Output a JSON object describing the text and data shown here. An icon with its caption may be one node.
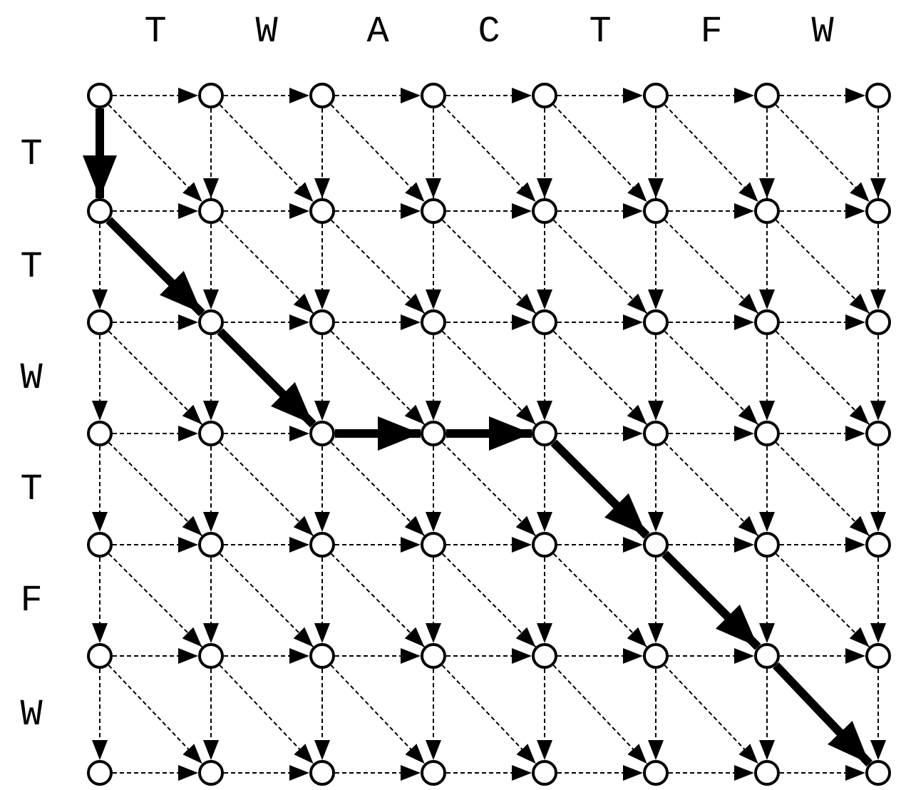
{
  "diagram": {
    "nodes": [
      {
        "text": [],
        "shape": "circle"
      },
      {
        "text": [],
        "shape": "circle"
      },
      {
        "text": [],
        "shape": "circle"
      },
      {
        "text": [],
        "shape": "circle"
      },
      {
        "text": [],
        "shape": "circle"
      },
      {
        "text": [],
        "shape": "circle"
      },
      {
        "text": [],
        "shape": "circle"
      },
      {
        "text": [],
        "shape": "circle"
      },
      {
        "text": [],
        "shape": "circle"
      },
      {
        "text": [],
        "shape": "circle"
      },
      {
        "text": [],
        "shape": "circle"
      },
      {
        "text": [],
        "shape": "circle"
      },
      {
        "text": [],
        "shape": "circle"
      },
      {
        "text": [],
        "shape": "circle"
      },
      {
        "text": [],
        "shape": "circle"
      },
      {
        "text": [],
        "shape": "circle"
      },
      {
        "text": [],
        "shape": "circle"
      },
      {
        "text": [],
        "shape": "circle"
      },
      {
        "text": [],
        "shape": "circle"
      },
      {
        "text": [],
        "shape": "circle"
      },
      {
        "text": [],
        "shape": "circle"
      },
      {
        "text": [],
        "shape": "circle"
      },
      {
        "text": [],
        "shape": "circle"
      },
      {
        "text": [],
        "shape": "circle"
      },
      {
        "text": [],
        "shape": "circle"
      },
      {
        "text": [],
        "shape": "circle"
      },
      {
        "text": [],
        "shape": "circle"
      },
      {
        "text": [],
        "shape": "circle"
      },
      {
        "text": [],
        "shape": "circle"
      },
      {
        "text": [],
        "shape": "circle"
      },
      {
        "text": [],
        "shape": "circle"
      },
      {
        "text": [],
        "shape": "circle"
      },
      {
        "text": [],
        "shape": "circle"
      },
      {
        "text": [],
        "shape": "circle"
      },
      {
        "text": [],
        "shape": "circle"
      },
      {
        "text": [],
        "shape": "circle"
      },
      {
        "text": [],
        "shape": "circle"
      },
      {
        "text": [],
        "shape": "circle"
      },
      {
        "text": [],
        "shape": "circle"
      },
      {
        "text": [],
        "shape": "circle"
      },
      {
        "text": [],
        "shape": "circle"
      },
      {
        "text": [],
        "shape": "circle"
      },
      {
        "text": [],
        "shape": "circle"
      },
      {
        "text": [],
        "shape": "circle"
      },
      {
        "text": [],
        "shape": "circle"
      },
      {
        "text": [],
        "shape": "circle"
      },
      {
        "text": [],
        "shape": "circle"
      },
      {
        "text": [],
        "shape": "circle"
      },
      {
        "text": [],
        "shape": "circle"
      },
      {
        "text": [],
        "shape": "circle"
      },
      {
        "text": [],
        "shape": "circle"
      },
      {
        "text": [],
        "shape": "circle"
      },
      {
        "text": [],
        "shape": "circle"
      },
      {
        "text": [],
        "shape": "circle"
      },
      {
        "text": [],
        "shape": "circle"
      },
      {
        "text": [],
        "shape": "circle"
      }
    ],
    "edges": [
      {
        "from": 0,
        "to": 1,
        "arrow": "to",
        "style": "dashed"
      },
      {
        "from": 0,
        "to": 9,
        "arrow": "to",
        "style": "dashed"
      },
      {
        "from": 0,
        "to": 8,
        "arrow": "to",
        "style": "thick"
      },
      {
        "from": 1,
        "to": 2,
        "arrow": "to",
        "style": "dashed"
      },
      {
        "from": 1,
        "to": 10,
        "arrow": "to",
        "style": "dashed"
      },
      {
        "from": 1,
        "to": 9,
        "arrow": "to",
        "style": "dashed"
      },
      {
        "from": 2,
        "to": 3,
        "arrow": "to",
        "style": "dashed"
      },
      {
        "from": 2,
        "to": 11,
        "arrow": "to",
        "style": "dashed"
      },
      {
        "from": 2,
        "to": 10,
        "arrow": "to",
        "style": "dashed"
      },
      {
        "from": 3,
        "to": 4,
        "arrow": "to",
        "style": "dashed"
      },
      {
        "from": 3,
        "to": 12,
        "arrow": "to",
        "style": "dashed"
      },
      {
        "from": 3,
        "to": 11,
        "arrow": "to",
        "style": "dashed"
      },
      {
        "from": 4,
        "to": 5,
        "arrow": "to",
        "style": "dashed"
      },
      {
        "from": 4,
        "to": 13,
        "arrow": "to",
        "style": "dashed"
      },
      {
        "from": 4,
        "to": 12,
        "arrow": "to",
        "style": "dashed"
      },
      {
        "from": 5,
        "to": 6,
        "arrow": "to",
        "style": "dashed"
      },
      {
        "from": 5,
        "to": 14,
        "arrow": "to",
        "style": "dashed"
      },
      {
        "from": 5,
        "to": 13,
        "arrow": "to",
        "style": "dashed"
      },
      {
        "from": 6,
        "to": 7,
        "arrow": "to",
        "style": "dashed"
      },
      {
        "from": 6,
        "to": 15,
        "arrow": "to",
        "style": "dashed"
      },
      {
        "from": 6,
        "to": 14,
        "arrow": "to",
        "style": "dashed"
      },
      {
        "from": 7,
        "to": 15,
        "arrow": "to",
        "style": "dashed"
      },
      {
        "from": 8,
        "to": 9,
        "arrow": "to",
        "style": "dashed"
      },
      {
        "from": 8,
        "to": 17,
        "arrow": "to",
        "style": "thick"
      },
      {
        "from": 8,
        "to": 16,
        "arrow": "to",
        "style": "dashed"
      },
      {
        "from": 9,
        "to": 10,
        "arrow": "to",
        "style": "dashed"
      },
      {
        "from": 9,
        "to": 18,
        "arrow": "to",
        "style": "dashed"
      },
      {
        "from": 9,
        "to": 17,
        "arrow": "to",
        "style": "dashed"
      },
      {
        "from": 10,
        "to": 11,
        "arrow": "to",
        "style": "dashed"
      },
      {
        "from": 10,
        "to": 19,
        "arrow": "to",
        "style": "dashed"
      },
      {
        "from": 10,
        "to": 18,
        "arrow": "to",
        "style": "dashed"
      },
      {
        "from": 11,
        "to": 12,
        "arrow": "to",
        "style": "dashed"
      },
      {
        "from": 11,
        "to": 20,
        "arrow": "to",
        "style": "dashed"
      },
      {
        "from": 11,
        "to": 19,
        "arrow": "to",
        "style": "dashed"
      },
      {
        "from": 12,
        "to": 13,
        "arrow": "to",
        "style": "dashed"
      },
      {
        "from": 12,
        "to": 21,
        "arrow": "to",
        "style": "dashed"
      },
      {
        "from": 12,
        "to": 20,
        "arrow": "to",
        "style": "dashed"
      },
      {
        "from": 13,
        "to": 14,
        "arrow": "to",
        "style": "dashed"
      },
      {
        "from": 13,
        "to": 22,
        "arrow": "to",
        "style": "dashed"
      },
      {
        "from": 13,
        "to": 21,
        "arrow": "to",
        "style": "dashed"
      },
      {
        "from": 14,
        "to": 15,
        "arrow": "to",
        "style": "dashed"
      },
      {
        "from": 14,
        "to": 23,
        "arrow": "to",
        "style": "dashed"
      },
      {
        "from": 14,
        "to": 22,
        "arrow": "to",
        "style": "dashed"
      },
      {
        "from": 15,
        "to": 23,
        "arrow": "to",
        "style": "dashed"
      },
      {
        "from": 16,
        "to": 17,
        "arrow": "to",
        "style": "dashed"
      },
      {
        "from": 16,
        "to": 25,
        "arrow": "to",
        "style": "dashed"
      },
      {
        "from": 16,
        "to": 24,
        "arrow": "to",
        "style": "dashed"
      },
      {
        "from": 17,
        "to": 18,
        "arrow": "to",
        "style": "dashed"
      },
      {
        "from": 17,
        "to": 26,
        "arrow": "to",
        "style": "thick"
      },
      {
        "from": 17,
        "to": 25,
        "arrow": "to",
        "style": "dashed"
      },
      {
        "from": 18,
        "to": 19,
        "arrow": "to",
        "style": "dashed"
      },
      {
        "from": 18,
        "to": 27,
        "arrow": "to",
        "style": "dashed"
      },
      {
        "from": 18,
        "to": 26,
        "arrow": "to",
        "style": "dashed"
      },
      {
        "from": 19,
        "to": 20,
        "arrow": "to",
        "style": "dashed"
      },
      {
        "from": 19,
        "to": 28,
        "arrow": "to",
        "style": "dashed"
      },
      {
        "from": 19,
        "to": 27,
        "arrow": "to",
        "style": "dashed"
      },
      {
        "from": 20,
        "to": 21,
        "arrow": "to",
        "style": "dashed"
      },
      {
        "from": 20,
        "to": 29,
        "arrow": "to",
        "style": "dashed"
      },
      {
        "from": 20,
        "to": 28,
        "arrow": "to",
        "style": "dashed"
      },
      {
        "from": 21,
        "to": 22,
        "arrow": "to",
        "style": "dashed"
      },
      {
        "from": 21,
        "to": 30,
        "arrow": "to",
        "style": "dashed"
      },
      {
        "from": 21,
        "to": 29,
        "arrow": "to",
        "style": "dashed"
      },
      {
        "from": 22,
        "to": 23,
        "arrow": "to",
        "style": "dashed"
      },
      {
        "from": 22,
        "to": 31,
        "arrow": "to",
        "style": "dashed"
      },
      {
        "from": 22,
        "to": 30,
        "arrow": "to",
        "style": "dashed"
      },
      {
        "from": 23,
        "to": 31,
        "arrow": "to",
        "style": "dashed"
      },
      {
        "from": 24,
        "to": 25,
        "arrow": "to",
        "style": "dashed"
      },
      {
        "from": 24,
        "to": 33,
        "arrow": "to",
        "style": "dashed"
      },
      {
        "from": 24,
        "to": 32,
        "arrow": "to",
        "style": "dashed"
      },
      {
        "from": 25,
        "to": 26,
        "arrow": "to",
        "style": "dashed"
      },
      {
        "from": 25,
        "to": 34,
        "arrow": "to",
        "style": "dashed"
      },
      {
        "from": 25,
        "to": 33,
        "arrow": "to",
        "style": "dashed"
      },
      {
        "from": 26,
        "to": 27,
        "arrow": "to",
        "style": "thick"
      },
      {
        "from": 26,
        "to": 35,
        "arrow": "to",
        "style": "dashed"
      },
      {
        "from": 26,
        "to": 34,
        "arrow": "to",
        "style": "dashed"
      },
      {
        "from": 27,
        "to": 28,
        "arrow": "to",
        "style": "thick"
      },
      {
        "from": 27,
        "to": 36,
        "arrow": "to",
        "style": "dashed"
      },
      {
        "from": 27,
        "to": 35,
        "arrow": "to",
        "style": "dashed"
      },
      {
        "from": 28,
        "to": 29,
        "arrow": "to",
        "style": "dashed"
      },
      {
        "from": 28,
        "to": 37,
        "arrow": "to",
        "style": "thick"
      },
      {
        "from": 28,
        "to": 36,
        "arrow": "to",
        "style": "dashed"
      },
      {
        "from": 29,
        "to": 30,
        "arrow": "to",
        "style": "dashed"
      },
      {
        "from": 29,
        "to": 38,
        "arrow": "to",
        "style": "dashed"
      },
      {
        "from": 29,
        "to": 37,
        "arrow": "to",
        "style": "dashed"
      },
      {
        "from": 30,
        "to": 31,
        "arrow": "to",
        "style": "dashed"
      },
      {
        "from": 30,
        "to": 39,
        "arrow": "to",
        "style": "dashed"
      },
      {
        "from": 30,
        "to": 38,
        "arrow": "to",
        "style": "dashed"
      },
      {
        "from": 31,
        "to": 39,
        "arrow": "to",
        "style": "dashed"
      },
      {
        "from": 32,
        "to": 33,
        "arrow": "to",
        "style": "dashed"
      },
      {
        "from": 32,
        "to": 41,
        "arrow": "to",
        "style": "dashed"
      },
      {
        "from": 32,
        "to": 40,
        "arrow": "to",
        "style": "dashed"
      },
      {
        "from": 33,
        "to": 34,
        "arrow": "to",
        "style": "dashed"
      },
      {
        "from": 33,
        "to": 42,
        "arrow": "to",
        "style": "dashed"
      },
      {
        "from": 33,
        "to": 41,
        "arrow": "to",
        "style": "dashed"
      },
      {
        "from": 34,
        "to": 35,
        "arrow": "to",
        "style": "dashed"
      },
      {
        "from": 34,
        "to": 43,
        "arrow": "to",
        "style": "dashed"
      },
      {
        "from": 34,
        "to": 42,
        "arrow": "to",
        "style": "dashed"
      },
      {
        "from": 35,
        "to": 36,
        "arrow": "to",
        "style": "dashed"
      },
      {
        "from": 35,
        "to": 44,
        "arrow": "to",
        "style": "dashed"
      },
      {
        "from": 35,
        "to": 43,
        "arrow": "to",
        "style": "dashed"
      },
      {
        "from": 36,
        "to": 37,
        "arrow": "to",
        "style": "dashed"
      },
      {
        "from": 36,
        "to": 45,
        "arrow": "to",
        "style": "dashed"
      },
      {
        "from": 36,
        "to": 44,
        "arrow": "to",
        "style": "dashed"
      },
      {
        "from": 37,
        "to": 38,
        "arrow": "to",
        "style": "dashed"
      },
      {
        "from": 37,
        "to": 46,
        "arrow": "to",
        "style": "thick"
      },
      {
        "from": 37,
        "to": 45,
        "arrow": "to",
        "style": "dashed"
      },
      {
        "from": 38,
        "to": 39,
        "arrow": "to",
        "style": "dashed"
      },
      {
        "from": 38,
        "to": 47,
        "arrow": "to",
        "style": "dashed"
      },
      {
        "from": 38,
        "to": 46,
        "arrow": "to",
        "style": "dashed"
      },
      {
        "from": 39,
        "to": 47,
        "arrow": "to",
        "style": "dashed"
      },
      {
        "from": 40,
        "to": 41,
        "arrow": "to",
        "style": "dashed"
      },
      {
        "from": 40,
        "to": 49,
        "arrow": "to",
        "style": "dashed"
      },
      {
        "from": 40,
        "to": 48,
        "arrow": "to",
        "style": "dashed"
      },
      {
        "from": 41,
        "to": 42,
        "arrow": "to",
        "style": "dashed"
      },
      {
        "from": 41,
        "to": 50,
        "arrow": "to",
        "style": "dashed"
      },
      {
        "from": 41,
        "to": 49,
        "arrow": "to",
        "style": "dashed"
      },
      {
        "from": 42,
        "to": 43,
        "arrow": "to",
        "style": "dashed"
      },
      {
        "from": 42,
        "to": 51,
        "arrow": "to",
        "style": "dashed"
      },
      {
        "from": 42,
        "to": 50,
        "arrow": "to",
        "style": "dashed"
      },
      {
        "from": 43,
        "to": 44,
        "arrow": "to",
        "style": "dashed"
      },
      {
        "from": 43,
        "to": 52,
        "arrow": "to",
        "style": "dashed"
      },
      {
        "from": 43,
        "to": 51,
        "arrow": "to",
        "style": "dashed"
      },
      {
        "from": 44,
        "to": 45,
        "arrow": "to",
        "style": "dashed"
      },
      {
        "from": 44,
        "to": 53,
        "arrow": "to",
        "style": "dashed"
      },
      {
        "from": 44,
        "to": 52,
        "arrow": "to",
        "style": "dashed"
      },
      {
        "from": 45,
        "to": 46,
        "arrow": "to",
        "style": "dashed"
      },
      {
        "from": 45,
        "to": 54,
        "arrow": "to",
        "style": "dashed"
      },
      {
        "from": 45,
        "to": 53,
        "arrow": "to",
        "style": "dashed"
      },
      {
        "from": 46,
        "to": 47,
        "arrow": "to",
        "style": "dashed"
      },
      {
        "from": 46,
        "to": 55,
        "arrow": "to",
        "style": "thick"
      },
      {
        "from": 46,
        "to": 54,
        "arrow": "to",
        "style": "dashed"
      },
      {
        "from": 47,
        "to": 55,
        "arrow": "to",
        "style": "dashed"
      },
      {
        "from": 48,
        "to": 49,
        "arrow": "to",
        "style": "dashed"
      },
      {
        "from": 49,
        "to": 50,
        "arrow": "to",
        "style": "dashed"
      },
      {
        "from": 50,
        "to": 51,
        "arrow": "to",
        "style": "dashed"
      },
      {
        "from": 51,
        "to": 52,
        "arrow": "to",
        "style": "dashed"
      },
      {
        "from": 52,
        "to": 53,
        "arrow": "to",
        "style": "dashed"
      },
      {
        "from": 53,
        "to": 54,
        "arrow": "to",
        "style": "dashed"
      },
      {
        "from": 54,
        "to": 55,
        "arrow": "to",
        "style": "dashed"
      }
    ],
    "labels": [
      "T",
      "W",
      "A",
      "C",
      "T",
      "F",
      "W",
      "T",
      "T",
      "W",
      "T",
      "F",
      "W"
    ]
  }
}
